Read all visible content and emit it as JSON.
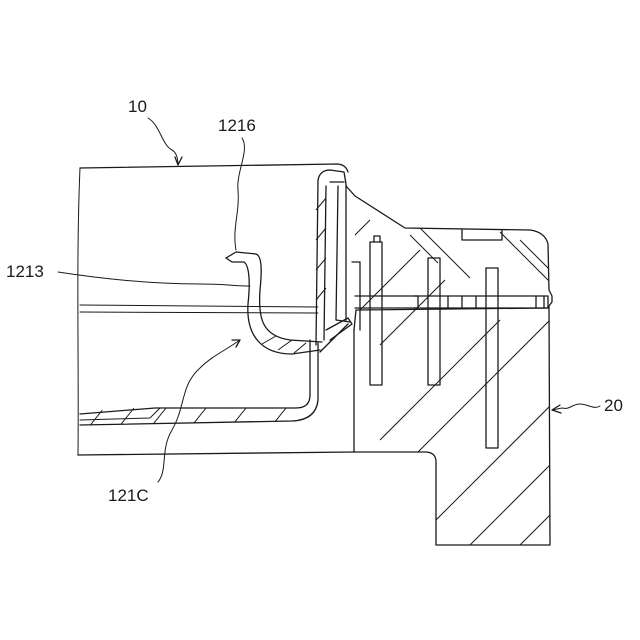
{
  "labels": {
    "housing_10": "10",
    "part_1216": "1216",
    "part_1213": "1213",
    "part_121C": "121C",
    "housing_20": "20"
  }
}
